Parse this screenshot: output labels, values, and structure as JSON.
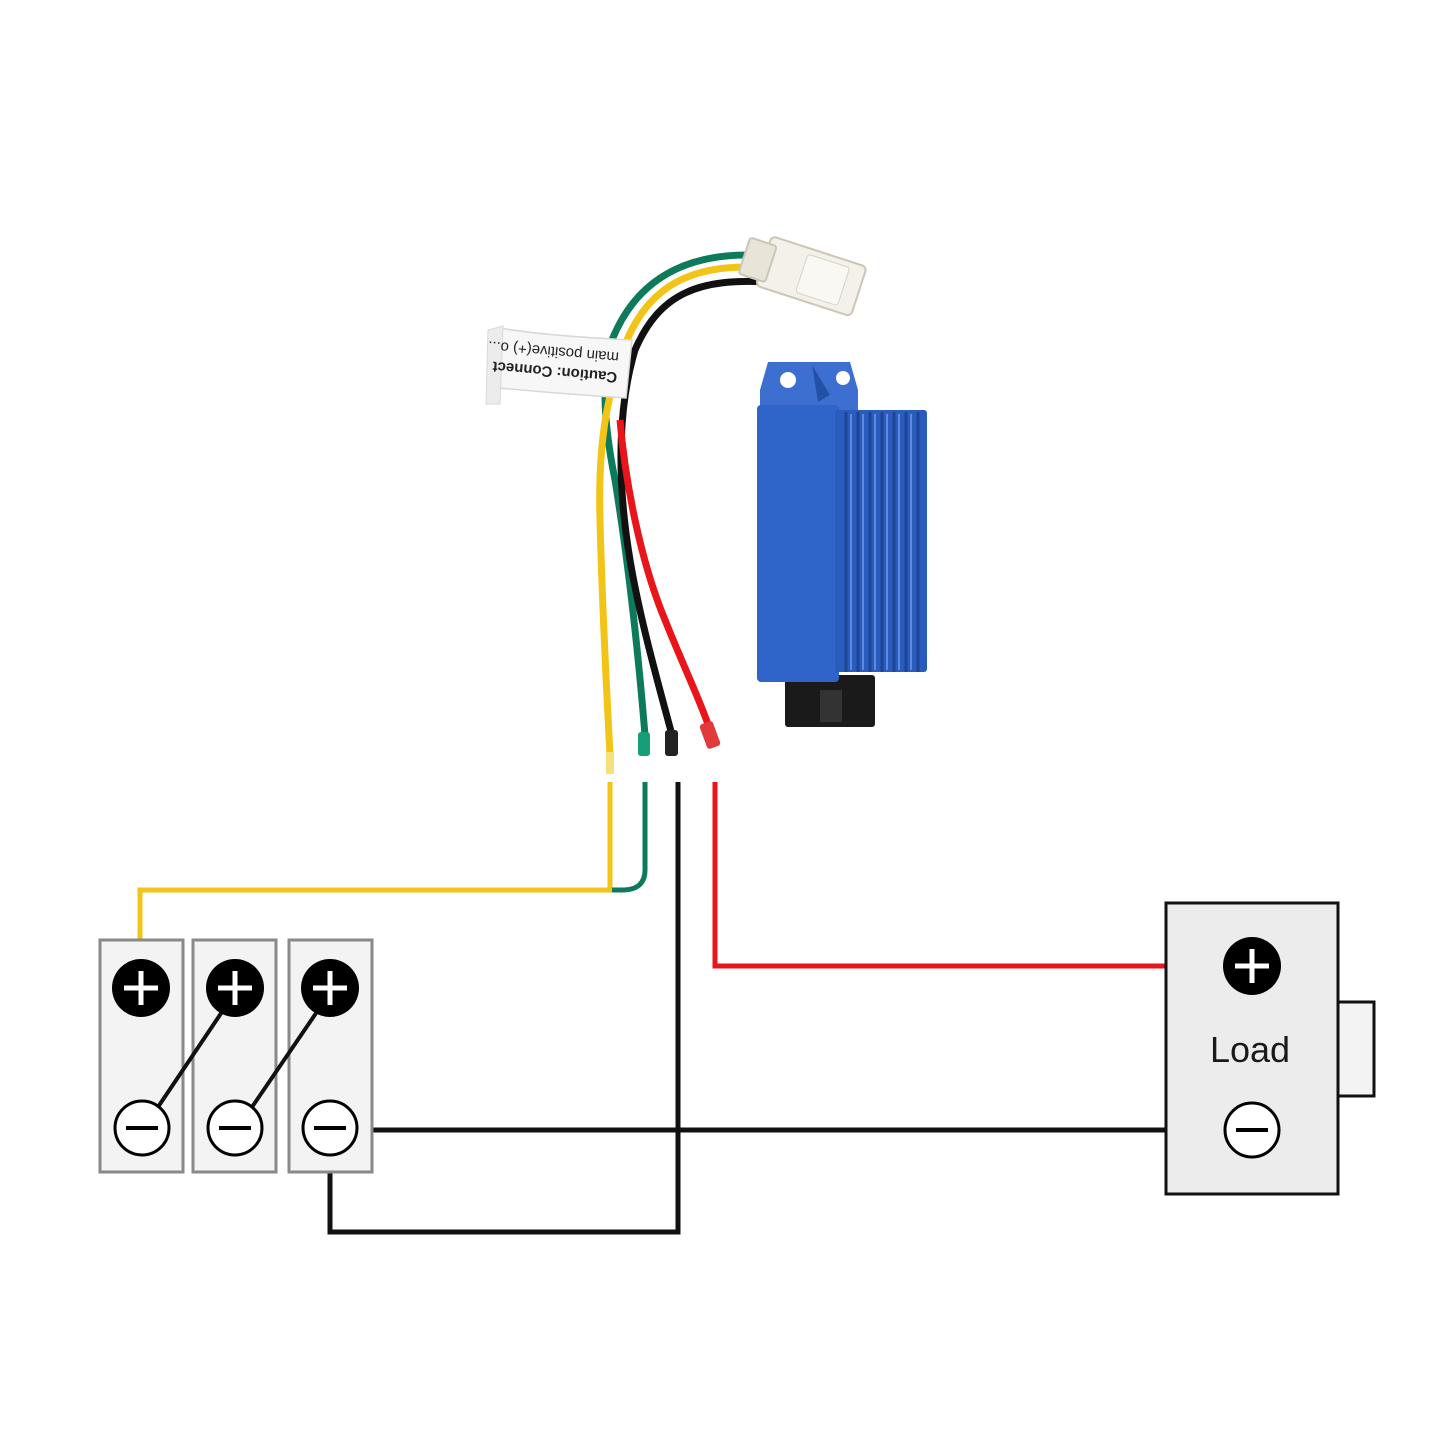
{
  "load": {
    "label": "Load"
  },
  "regulator": {
    "tag_line_1": "Caution: Connect",
    "tag_line_2": "main positive(+) o..."
  },
  "terminals": {
    "positive_symbol": "+",
    "negative_symbol": "−"
  },
  "wire_colors": {
    "yellow": "#f2c417",
    "green": "#0d7a5b",
    "black": "#111111",
    "red": "#e8151b",
    "body_blue": "#2e63c4"
  }
}
